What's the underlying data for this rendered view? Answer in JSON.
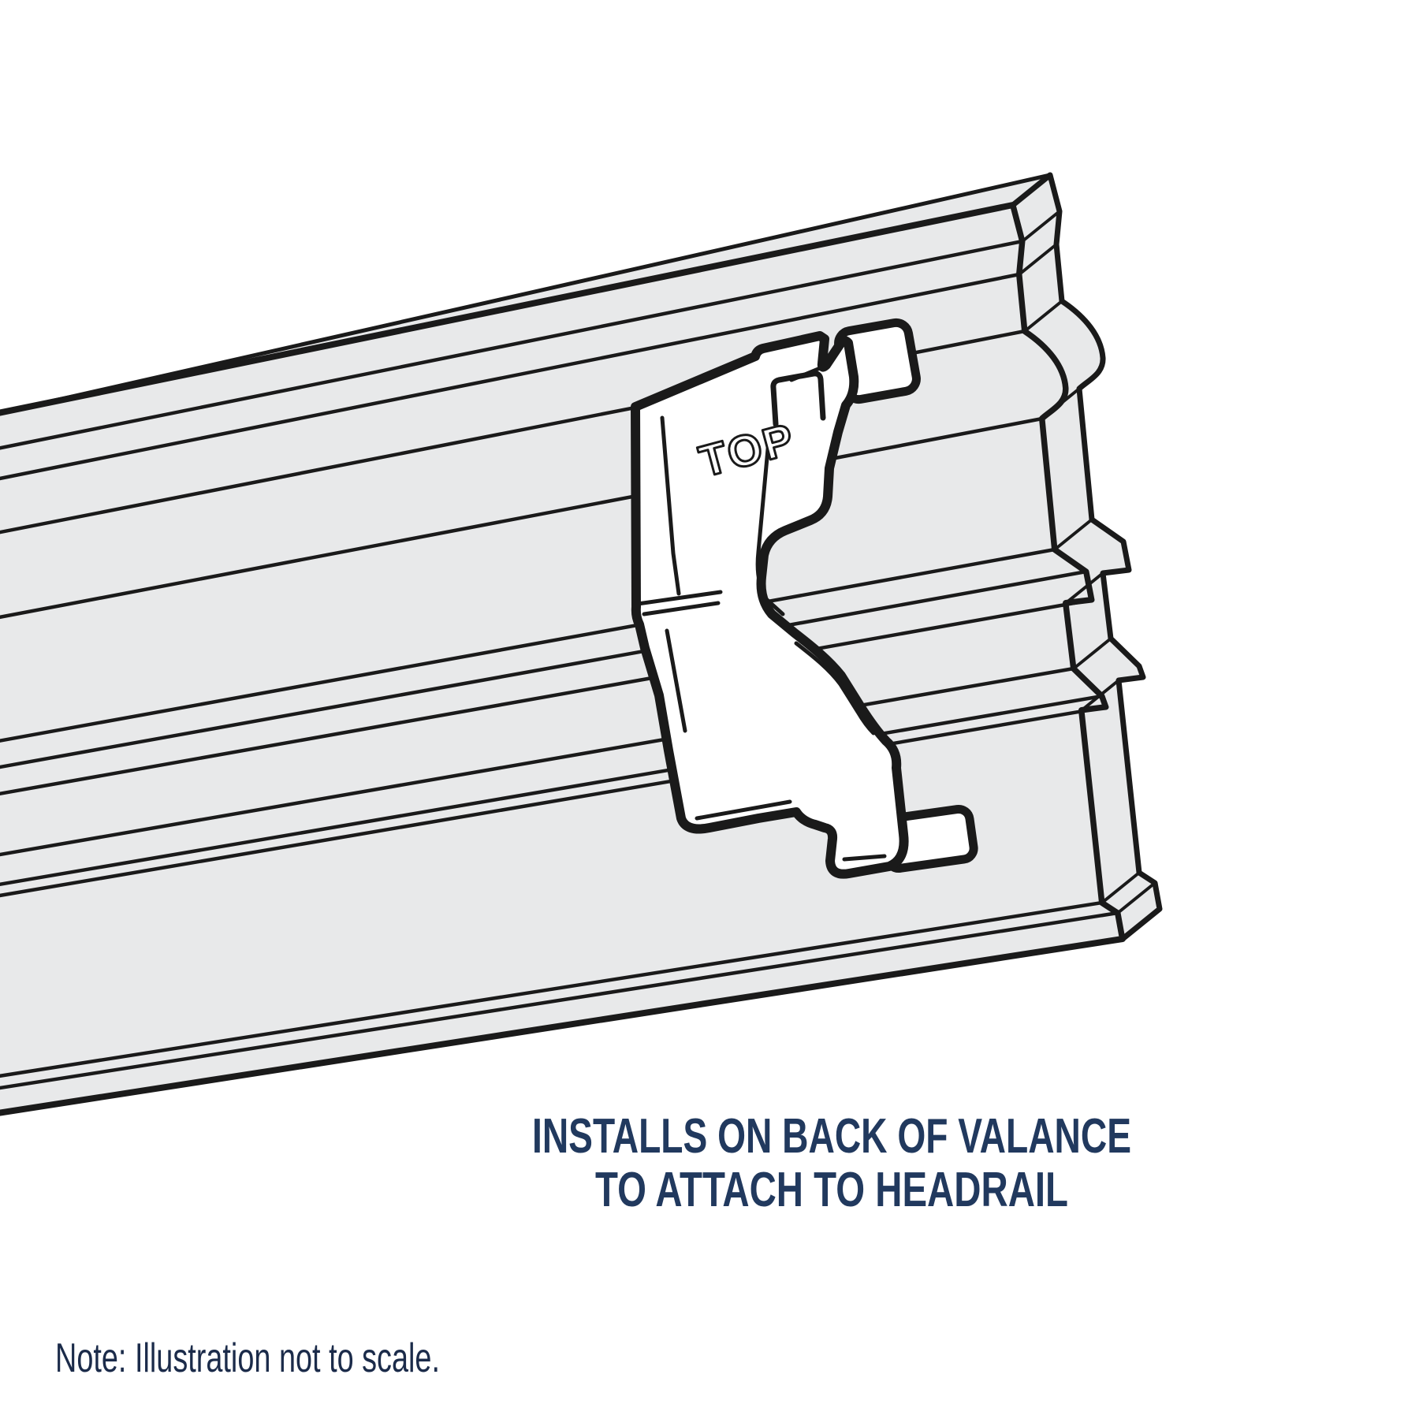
{
  "illustration": {
    "clip_embossed_label": "TOP",
    "caption": {
      "line1": "INSTALLS ON BACK OF VALANCE",
      "line2": "TO ATTACH TO HEADRAIL"
    },
    "note": "Note: Illustration not to scale.",
    "colors": {
      "background": "#FFFFFF",
      "rail_fill": "#E8E9EA",
      "outline": "#1A1A1A",
      "clip_fill": "#FFFFFF",
      "caption_text": "#21395E",
      "note_text": "#1B2B4A"
    }
  }
}
